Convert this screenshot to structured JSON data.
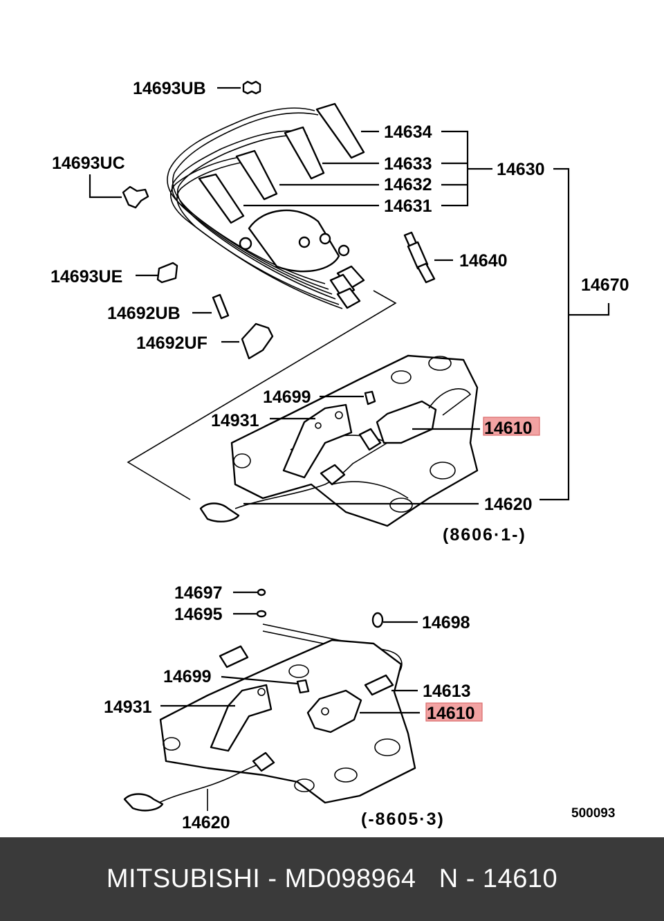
{
  "labels": {
    "l14693UB": "14693UB",
    "l14634": "14634",
    "l14693UC": "14693UC",
    "l14633": "14633",
    "l14630": "14630",
    "l14632": "14632",
    "l14631": "14631",
    "l14640": "14640",
    "l14693UE": "14693UE",
    "l14670": "14670",
    "l14692UB": "14692UB",
    "l14692UF": "14692UF",
    "l14699a": "14699",
    "l14931a": "14931",
    "l14610a": "14610",
    "l14620a": "14620",
    "date_a": "(8606·1-)",
    "l14697": "14697",
    "l14695": "14695",
    "l14698": "14698",
    "l14699b": "14699",
    "l14613": "14613",
    "l14931b": "14931",
    "l14610b": "14610",
    "l14620b": "14620",
    "date_b": "(-8605·3)",
    "ref": "500093"
  },
  "footer": {
    "text": "MITSUBISHI - MD098964   N - 14610"
  },
  "colors": {
    "highlight": "#f2a3a3",
    "footer_bg": "#3a3a3a"
  }
}
